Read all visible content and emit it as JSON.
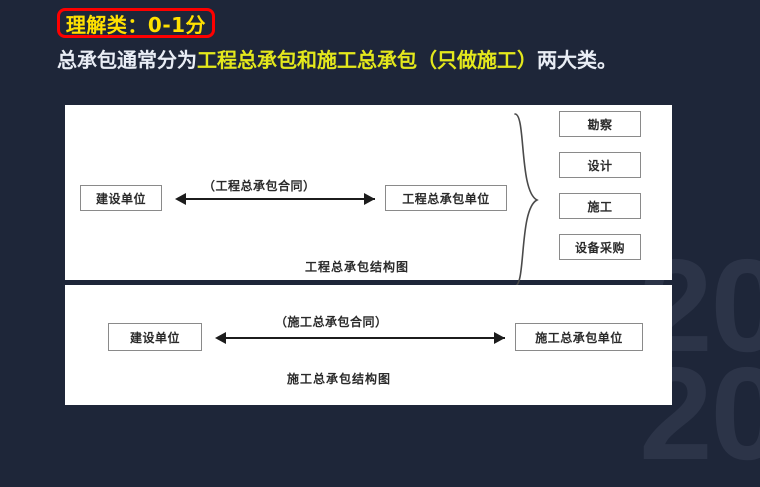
{
  "slide": {
    "background_color": "#1e2639",
    "watermark_text": "20\n20"
  },
  "heading": {
    "badge_label": "理解类：0-1分",
    "badge_border_color": "#fe0000",
    "badge_text_color": "#ffe000",
    "lead_parts": [
      {
        "text": "总承包通常分为",
        "highlight": false
      },
      {
        "text": "工程总承包和施工总承包（只做施工）",
        "highlight": true
      },
      {
        "text": "两大类。",
        "highlight": false
      }
    ],
    "highlight_color": "#e4e81c",
    "normal_color": "#e9edf5"
  },
  "diagram_top": {
    "caption": "工程总承包结构图",
    "left_box": "建设单位",
    "arrow_label": "（工程总承包合同）",
    "right_box": "工程总承包单位",
    "branches": [
      "勘察",
      "设计",
      "施工",
      "设备采购"
    ]
  },
  "diagram_bottom": {
    "caption": "施工总承包结构图",
    "left_box": "建设单位",
    "arrow_label": "（施工总承包合同）",
    "right_box": "施工总承包单位"
  }
}
